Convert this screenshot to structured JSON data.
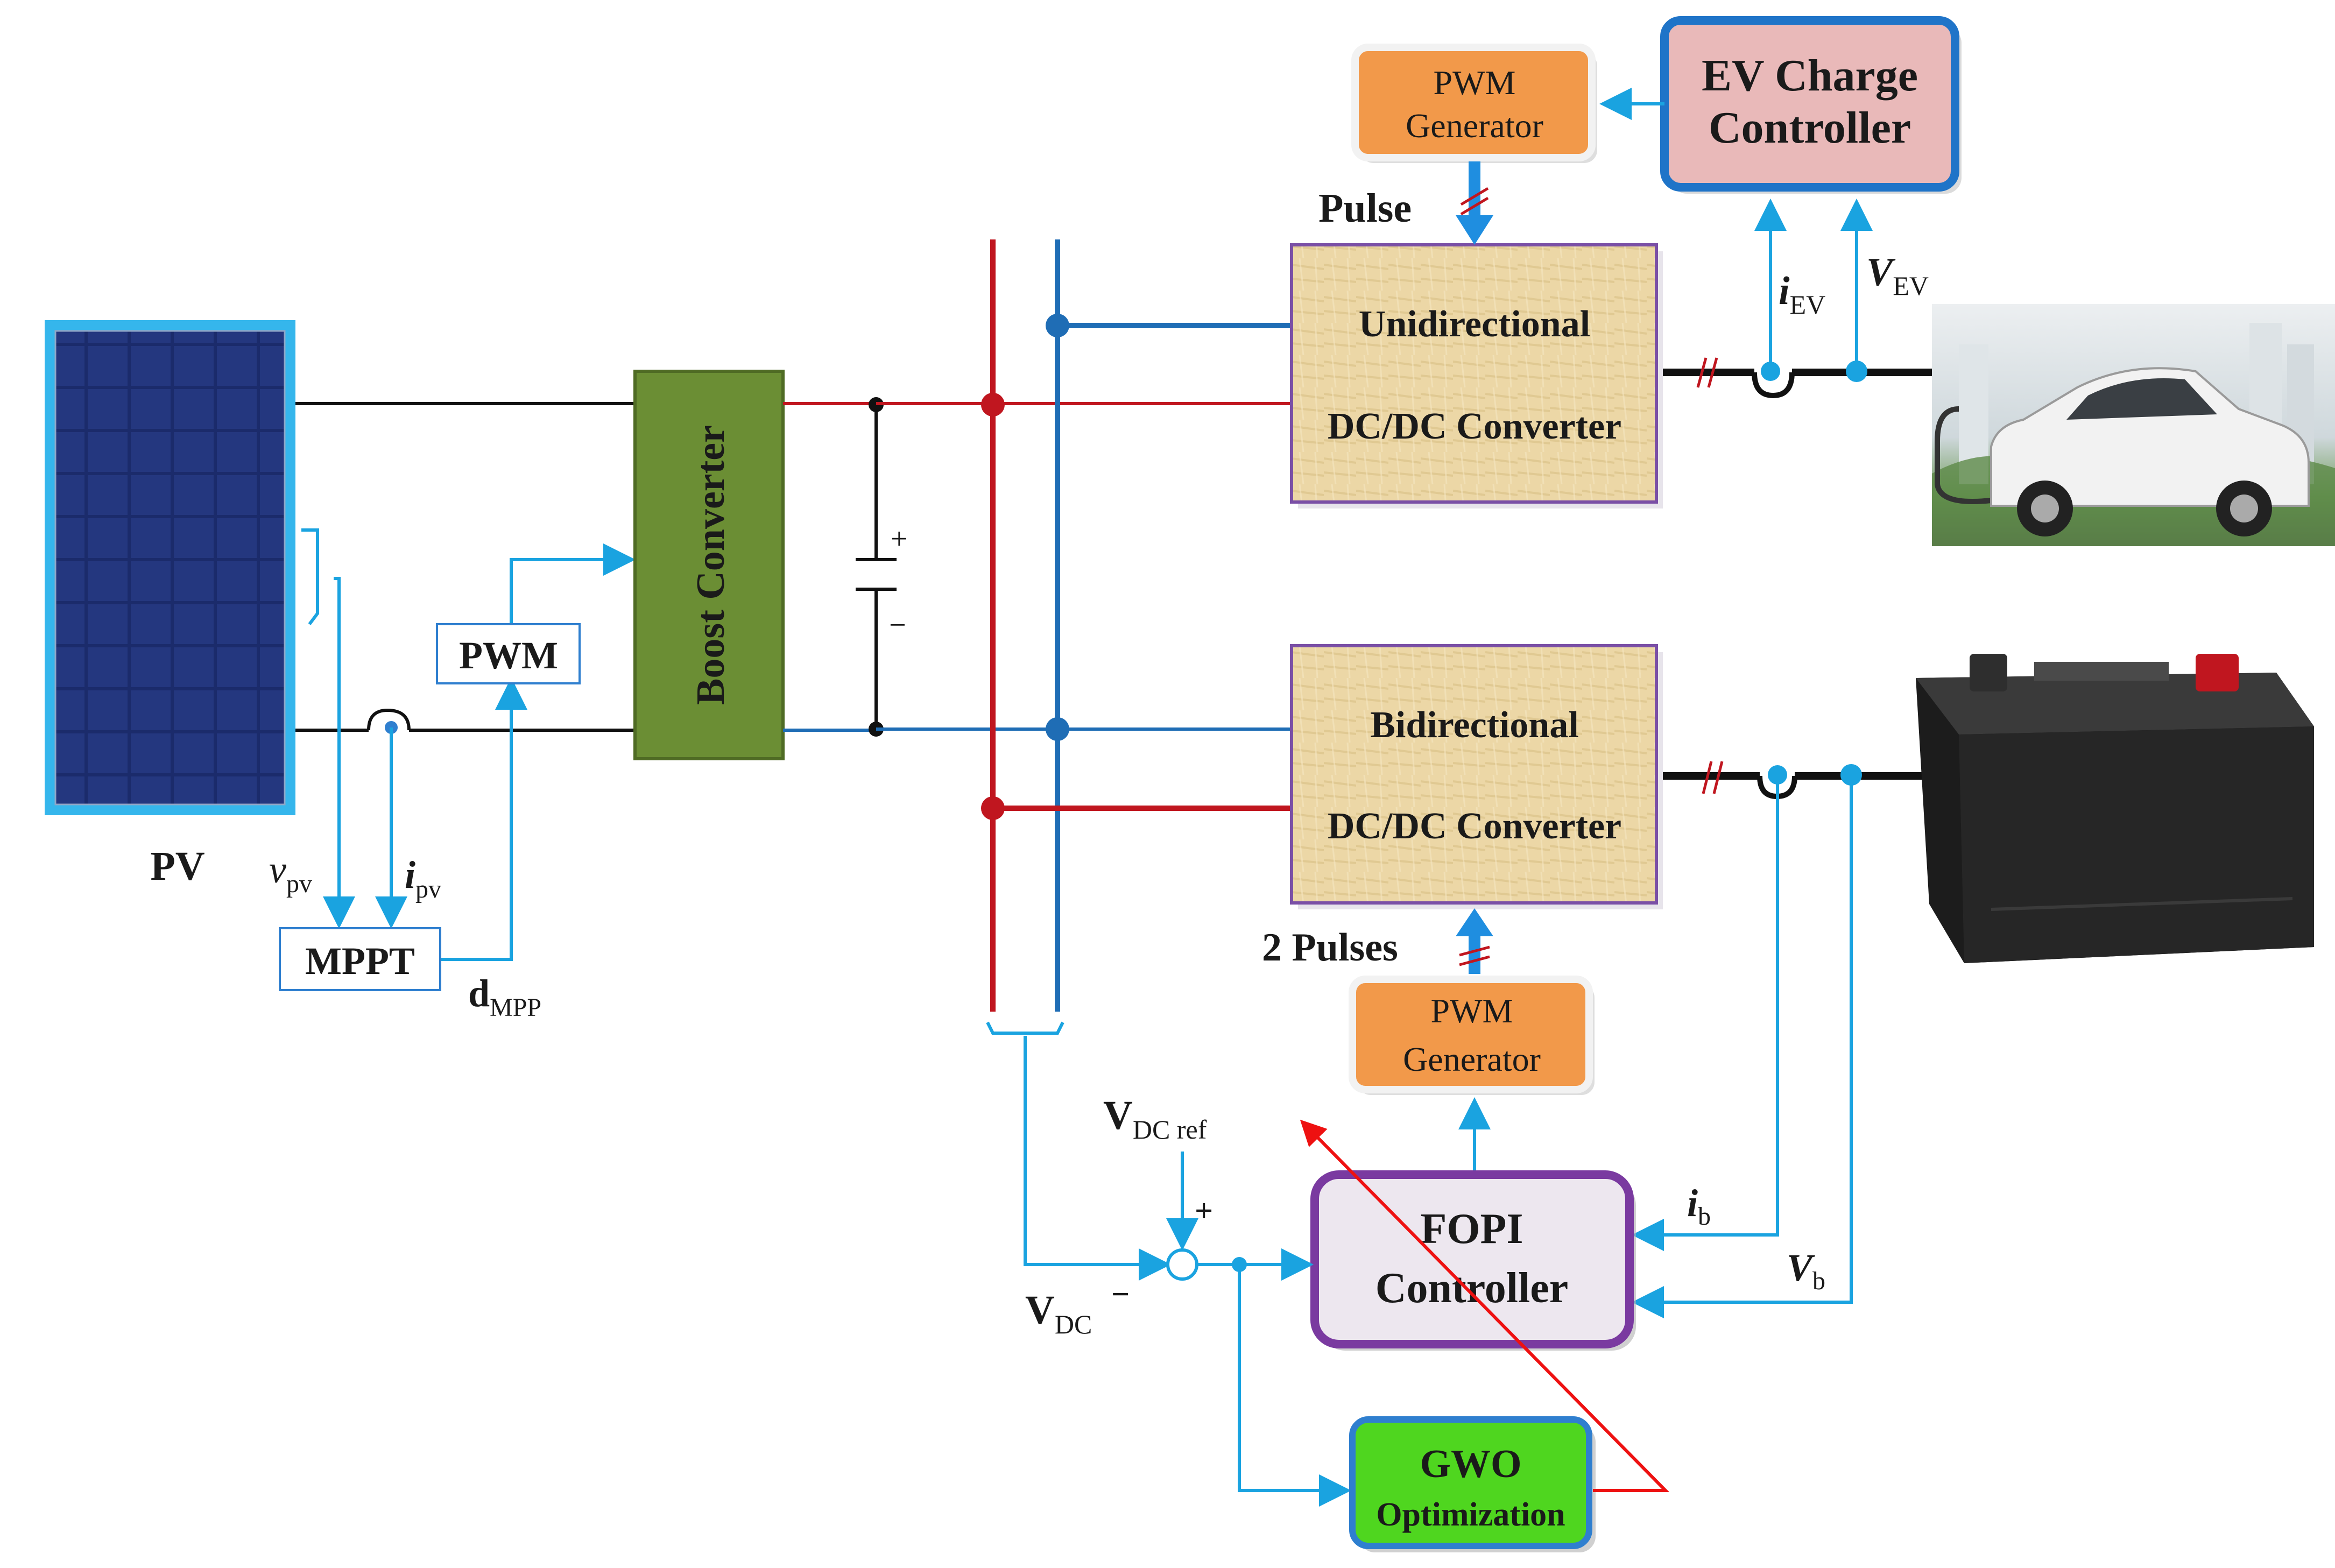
{
  "blocks": {
    "pv": "PV",
    "boost": "Boost Converter",
    "pwm_pv": "PWM",
    "mppt": "MPPT",
    "uni_line1": "Unidirectional",
    "uni_line2": "DC/DC Converter",
    "bi_line1": "Bidirectional",
    "bi_line2": "DC/DC Converter",
    "pwm_gen_top_line1": "PWM",
    "pwm_gen_top_line2": "Generator",
    "ev_ctrl_line1": "EV Charge",
    "ev_ctrl_line2": "Controller",
    "pwm_gen_bot_line1": "PWM",
    "pwm_gen_bot_line2": "Generator",
    "fopi_line1": "FOPI",
    "fopi_line2": "Controller",
    "gwo_line1": "GWO",
    "gwo_line2": "Optimization"
  },
  "signals": {
    "pulse": "Pulse",
    "two_pulses": "2 Pulses",
    "v_pv_main": "v",
    "v_pv_sub": "pv",
    "i_pv_main": "i",
    "i_pv_sub": "pv",
    "d_mpp_main": "d",
    "d_mpp_sub": "MPP",
    "i_ev_main": "i",
    "i_ev_sub": "EV",
    "v_ev_main": "V",
    "v_ev_sub": "EV",
    "vdc_ref_main": "V",
    "vdc_ref_sub": "DC ref",
    "vdc_main": "V",
    "vdc_sub": "DC",
    "i_b_main": "i",
    "i_b_sub": "b",
    "v_b_main": "V",
    "v_b_sub": "b",
    "plus": "+",
    "minus": "−",
    "cap_plus": "+",
    "cap_minus": "−"
  },
  "colors": {
    "dc_bus_positive": "#c0161f",
    "dc_bus_negative": "#1f6db5",
    "signal": "#1aa3e0",
    "boost_block": "#6b8e34",
    "pwm_generator": "#f2994a",
    "ev_controller": "#e9b9b9",
    "gwo_block": "#4fd61f",
    "fopi_border": "#7a3aa0"
  },
  "icons": {
    "pv_panel": "solar-panel-icon",
    "ev": "electric-car-icon",
    "battery": "battery-icon"
  }
}
